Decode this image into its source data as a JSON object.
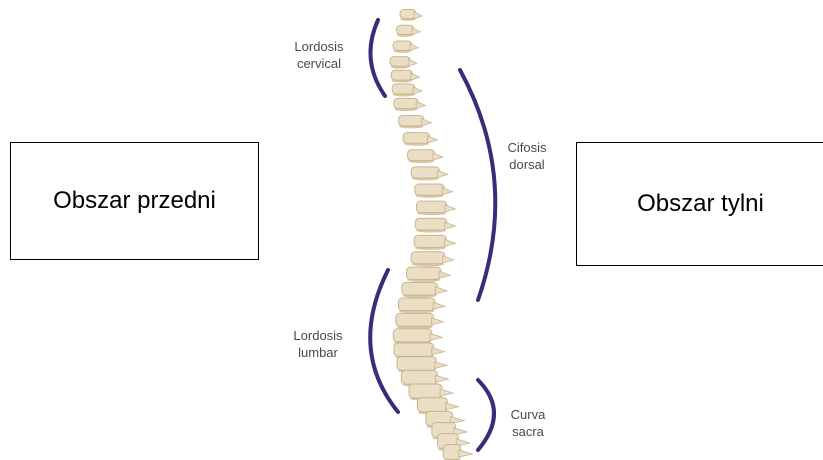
{
  "boxes": {
    "front": "Obszar przedni",
    "back": "Obszar tylni"
  },
  "curves": {
    "cervical": {
      "line1": "Lordosis",
      "line2": "cervical"
    },
    "dorsal": {
      "line1": "Cifosis",
      "line2": "dorsal"
    },
    "lumbar": {
      "line1": "Lordosis",
      "line2": "lumbar"
    },
    "sacral": {
      "line1": "Curva",
      "line2": "sacra"
    }
  },
  "colors": {
    "curve_arc": "#3d2a7a",
    "bone": "#eadfc4",
    "bone_shadow": "#c9b48f",
    "disc": "#d8c9a6"
  }
}
